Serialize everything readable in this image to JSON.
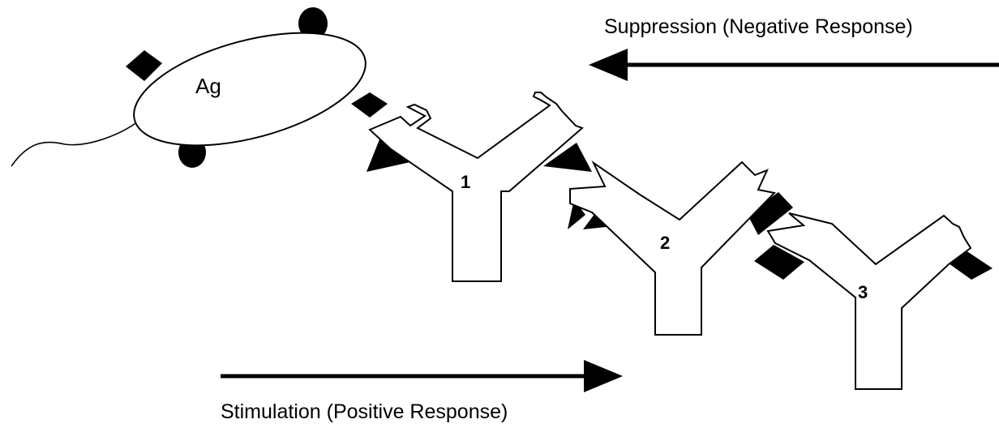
{
  "diagram": {
    "antigen_label": "Ag",
    "antibody_labels": [
      "1",
      "2",
      "3"
    ],
    "top_arrow": {
      "label": "Suppression (Negative Response)",
      "direction": "left"
    },
    "bottom_arrow": {
      "label": "Stimulation (Positive Response)",
      "direction": "right"
    }
  }
}
